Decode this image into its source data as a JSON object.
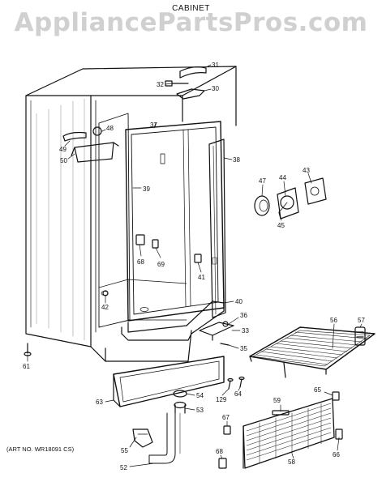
{
  "header": {
    "watermark": "AppliancePartsPros.com",
    "title": "CABINET"
  },
  "art_number": "(ART NO. WR18091 CS)",
  "callouts": [
    "31",
    "32",
    "30",
    "37",
    "48",
    "49",
    "50",
    "38",
    "39",
    "47",
    "44",
    "43",
    "45",
    "68",
    "69",
    "41",
    "42",
    "40",
    "36",
    "33",
    "35",
    "56",
    "57",
    "61",
    "54",
    "53",
    "63",
    "129",
    "64",
    "65",
    "59",
    "67",
    "55",
    "52",
    "68",
    "58",
    "66"
  ]
}
